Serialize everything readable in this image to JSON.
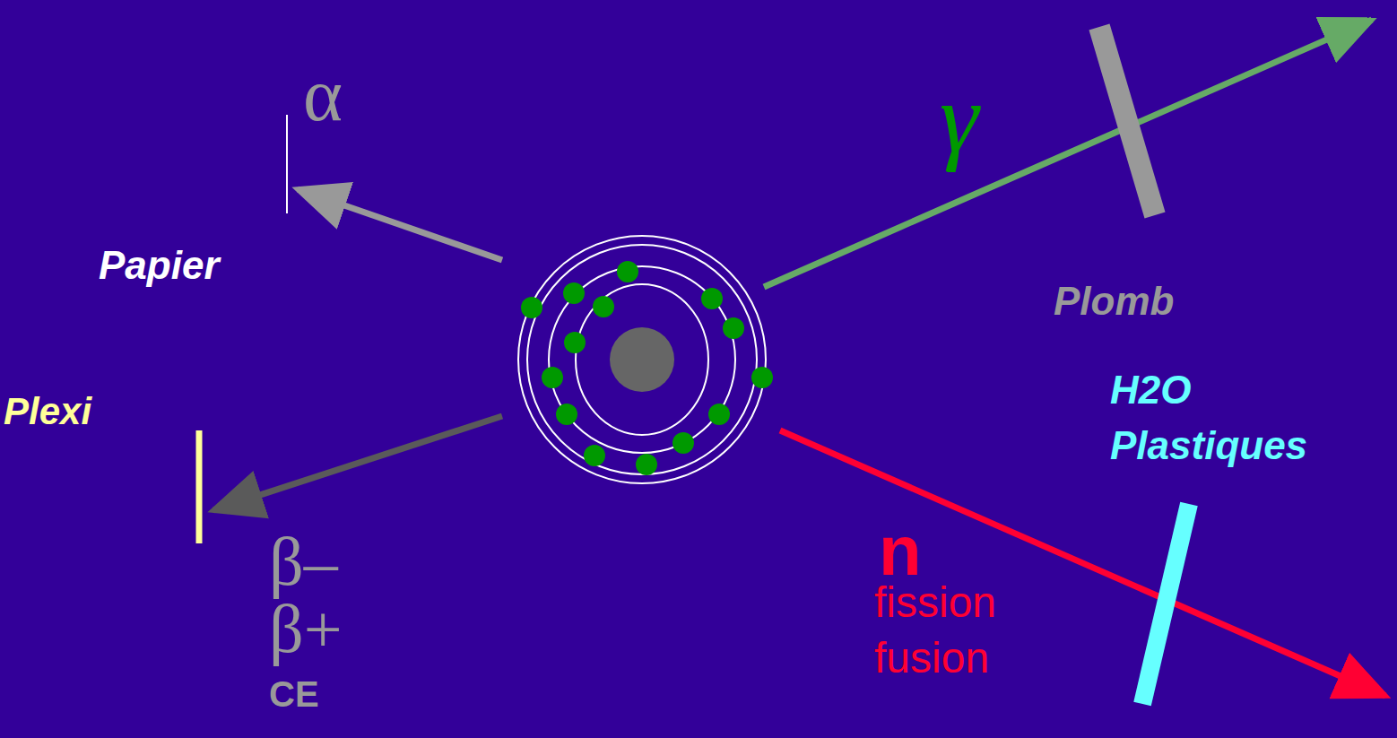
{
  "diagram": {
    "labels": [
      "α",
      "Papier",
      "γ",
      "Plomb",
      "H2O Plastiques",
      "Plexi",
      "β–",
      "β+",
      "CE",
      "n",
      "fission",
      "fusion"
    ]
  }
}
